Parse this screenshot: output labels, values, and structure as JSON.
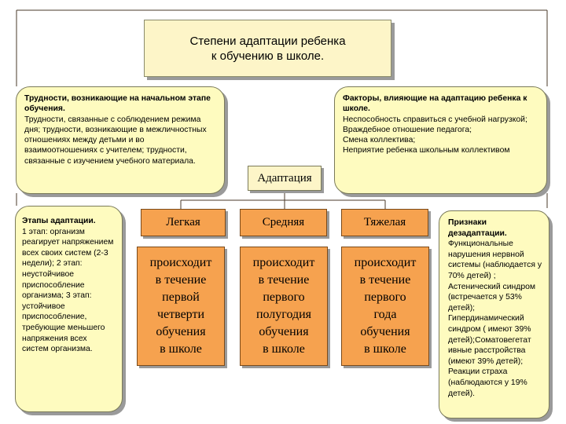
{
  "title": {
    "line1": "Степени адаптации ребенка",
    "line2": "к обучению в школе."
  },
  "difficulties": {
    "heading": "Трудности, возникающие на начальном этапе обучения.",
    "body": "Трудности, связанные с соблюдением режима дня; трудности, возникающие в межличностных отношениях между детьми и во взаимоотношениях с учителем; трудности, связанные с изучением учебного материала."
  },
  "factors": {
    "heading": "Факторы, влияющие на адаптацию ребенка к школе.",
    "lines": [
      "Неспособность справиться с учебной нагрузкой;",
      "Враждебное отношение педагога;",
      "Смена коллектива;",
      "Неприятие ребенка школьным коллективом"
    ]
  },
  "center": {
    "label": "Адаптация"
  },
  "stages": {
    "heading": "Этапы адаптации.",
    "body": "1 этап: организм реагирует напряжением всех своих систем (2-3 недели); 2 этап: неустойчивое приспособление организма; 3 этап: устойчивое приспособление, требующие меньшего напряжения всех систем организма."
  },
  "levels": [
    {
      "label": "Легкая",
      "desc": [
        "происходит",
        "в течение",
        "первой",
        "четверти",
        "обучения",
        "в школе"
      ]
    },
    {
      "label": "Средняя",
      "desc": [
        "происходит",
        "в течение",
        "первого",
        "полугодия",
        "обучения",
        "в школе"
      ]
    },
    {
      "label": "Тяжелая",
      "desc": [
        "происходит",
        "в течение",
        "первого",
        "года",
        "обучения",
        "в школе"
      ]
    }
  ],
  "disadaptation": {
    "heading": "Признаки дезадаптации.",
    "body": "Функциональные нарушения нервной системы (наблюдается у 70% детей) ; Астенический синдром (встречается у 53% детей); Гипердинамический синдром ( имеют 39% детей);Соматовегетат ивные расстройства (имеют 39% детей); Реакции страха (наблюдаются у 19% детей)."
  },
  "colors": {
    "bubble": "#fefbbf",
    "title_fill": "#fdf5c8",
    "level_fill": "#f6a24f",
    "connector": "#4a3a2a"
  }
}
